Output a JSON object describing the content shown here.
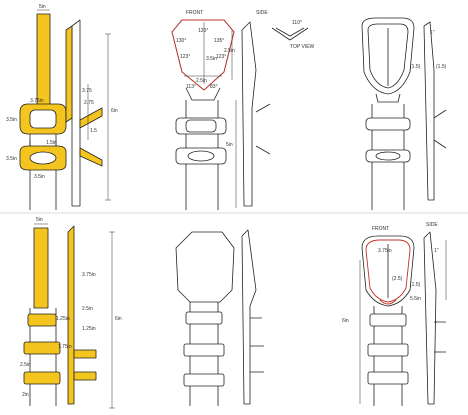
{
  "colors": {
    "paper": "#ffffff",
    "ink": "#222222",
    "gold": "#f4c41f",
    "red_outline": "#c2332c",
    "rule": "#d8d8d8"
  },
  "panels": [
    {
      "id": "p1",
      "labels": {
        "top_width": "5in",
        "top_collar": "3.75in",
        "collar_left": "3.5in",
        "gap": "1.5in",
        "lower_collar": "3.5in",
        "bottom": "3.5in",
        "side_len": "3.75",
        "side_a": "1.5",
        "side_b": "2.75",
        "overall": "6in"
      }
    },
    {
      "id": "p2",
      "labels": {
        "front": "FRONT",
        "side": "SIDE",
        "top_view": "TOP VIEW",
        "angle_top": "110°",
        "angle_center": "120°",
        "angle_l1": "130°",
        "angle_r1": "135°",
        "angle_l2": "123°",
        "angle_r2": "123°",
        "angle_l3": "113°",
        "angle_r3": "83°",
        "blade_height": "3.5in",
        "blade_width": "2.5in",
        "side_height": "2.5in",
        "side_lower": "5in"
      }
    },
    {
      "id": "p3",
      "labels": {
        "right_top": "1\"",
        "right_mid": "(1.5)",
        "left_mid": "(1.5)"
      }
    },
    {
      "id": "p4",
      "labels": {
        "top_dim": "5in",
        "top_collar": "3.75in",
        "collar_a": "1.25in",
        "mid_a": "2.5in",
        "mid_b": "1.75in",
        "mid_c": "1.25in",
        "lower": "2.5in",
        "bottom": "2in",
        "overall": "6in"
      }
    },
    {
      "id": "p5",
      "labels": {}
    },
    {
      "id": "p6",
      "labels": {
        "front": "FRONT",
        "side": "SIDE",
        "blade_w": "3.75in",
        "blade_mid": "(2.5)",
        "side_dim": "1\"",
        "side_mid": "(1.5)",
        "side_left": "5.5in",
        "overall": "6in"
      }
    }
  ]
}
